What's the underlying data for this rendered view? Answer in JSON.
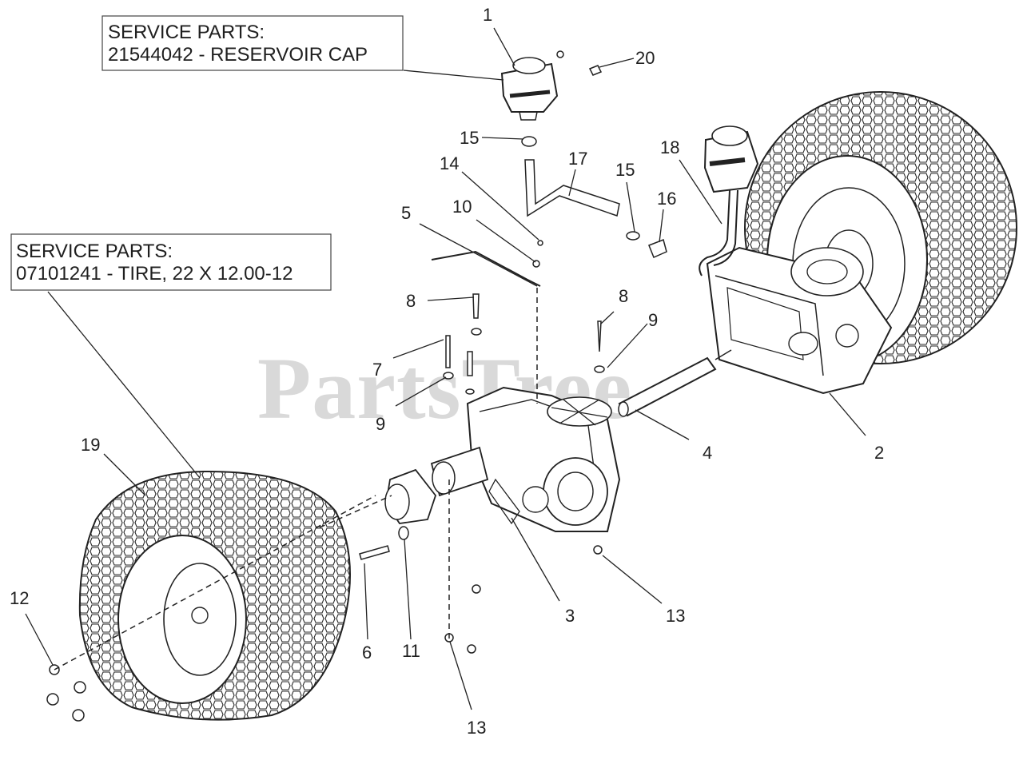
{
  "service_boxes": [
    {
      "line1": "SERVICE PARTS:",
      "line2": "21544042 - RESERVOIR CAP"
    },
    {
      "line1": "SERVICE PARTS:",
      "line2": "07101241 - TIRE, 22 X 12.00-12"
    }
  ],
  "watermark": "PartsTree",
  "callouts": [
    "1",
    "20",
    "15",
    "17",
    "14",
    "15",
    "18",
    "16",
    "10",
    "5",
    "8",
    "8",
    "9",
    "7",
    "9",
    "4",
    "2",
    "19",
    "12",
    "6",
    "11",
    "3",
    "13",
    "13"
  ]
}
